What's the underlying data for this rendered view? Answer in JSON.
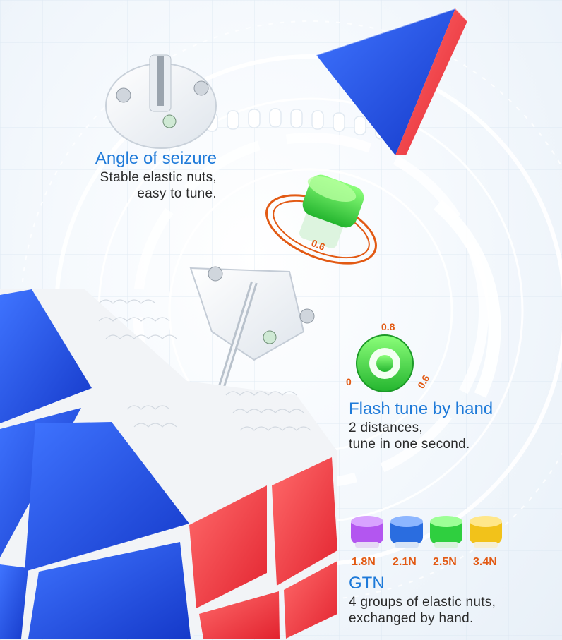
{
  "colors": {
    "accent": "#1e7ad9",
    "text": "#2b2b2b",
    "orange": "#e25a14",
    "cube_blue": "#1f4fe0",
    "cube_red": "#f03a42",
    "nut_purple": "#a13ae0",
    "nut_blue": "#2a6de0",
    "nut_green": "#2fcf3f",
    "nut_yellow": "#f2c21a"
  },
  "features": [
    {
      "title": "Angle of seizure",
      "desc": [
        "Stable elastic nuts,",
        "easy to tune."
      ]
    },
    {
      "title": "Flash tune by hand",
      "desc": [
        "2 distances,",
        "tune in one second."
      ]
    },
    {
      "title": "GTN",
      "desc": [
        "4 groups of elastic nuts,",
        "exchanged by hand."
      ]
    }
  ],
  "tuning_marks": {
    "ring": "0.6",
    "top": "0.8",
    "left": "0",
    "right": "0.6"
  },
  "nuts": [
    {
      "label": "1.8N",
      "color": "purple"
    },
    {
      "label": "2.1N",
      "color": "blue"
    },
    {
      "label": "2.5N",
      "color": "green"
    },
    {
      "label": "3.4N",
      "color": "yellow"
    }
  ]
}
